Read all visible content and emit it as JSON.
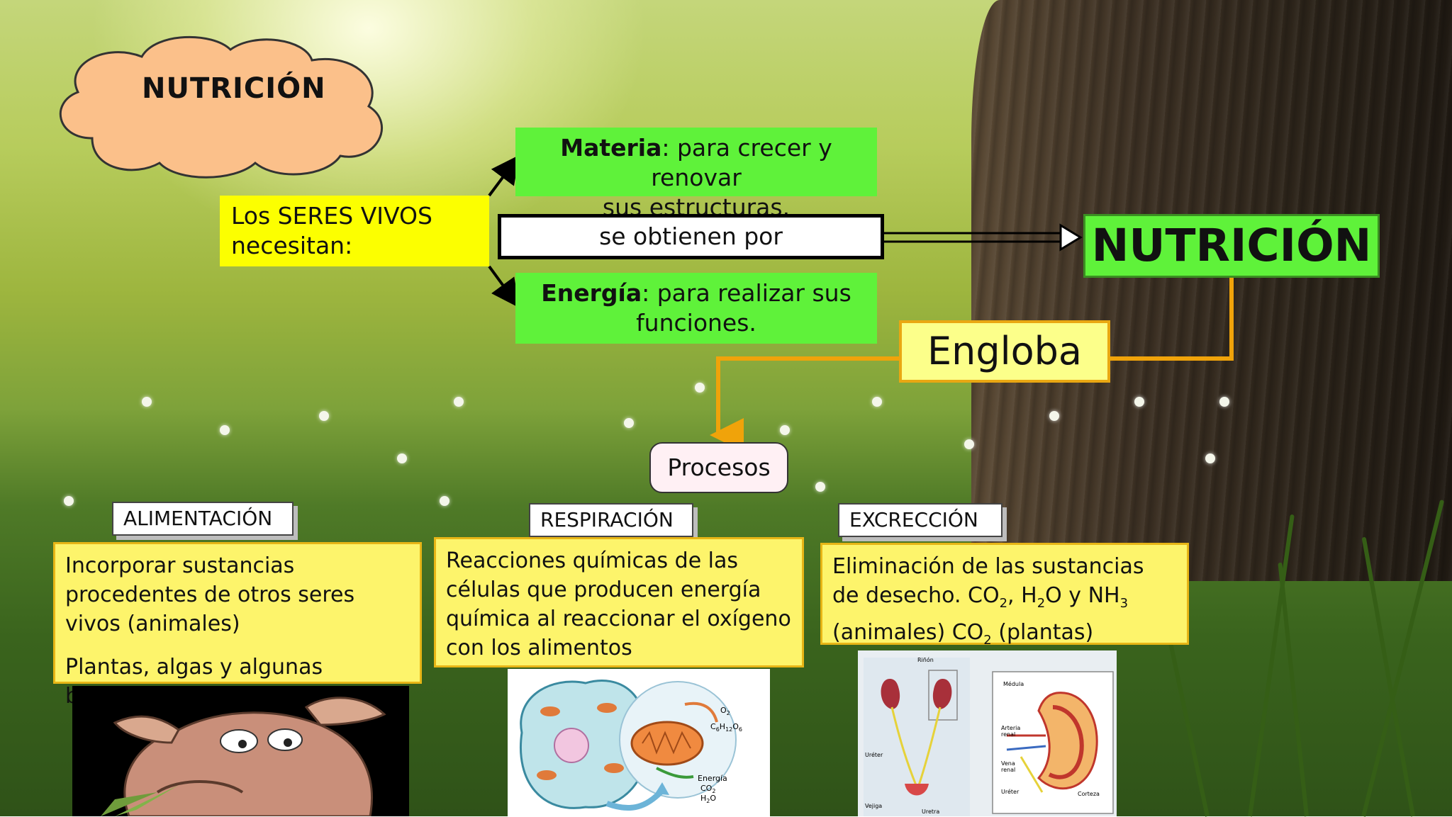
{
  "diagram": {
    "cloud_title": "NUTRICIÓN",
    "seres_vivos": {
      "line1": "Los  SERES VIVOS",
      "line2": "necesitan:"
    },
    "materia": {
      "bold": "Materia",
      "rest": ": para crecer y renovar",
      "line2": "sus estructuras."
    },
    "obtienen": "se obtienen por",
    "energia": {
      "bold": "Energía",
      "rest": ": para realizar sus",
      "line2": "funciones."
    },
    "nutricion": "NUTRICIÓN",
    "engloba": "Engloba",
    "procesos": "Procesos",
    "colors": {
      "yellow": "#fcff00",
      "green": "#5ff23a",
      "orange_connector": "#f0a30a",
      "pale_yellow": "#fdf46b"
    },
    "alimentacion": {
      "tab": "ALIMENTACIÓN",
      "text1": "Incorporar sustancias procedentes de otros seres vivos (animales)",
      "text2": "Plantas, algas y algunas bacterias se crean su alimento"
    },
    "respiracion": {
      "tab": "RESPIRACIÓN",
      "text": "Reacciones químicas de las células que producen energía química al reaccionar el oxígeno con los alimentos"
    },
    "excrecion": {
      "tab": "EXCRECCIÓN",
      "text_a": "Eliminación de las sustancias de desecho. CO",
      "sub_a": "2",
      "text_b": ", H",
      "sub_b": "2",
      "text_c": "O y NH",
      "sub_c": "3",
      "text_d": "(animales) CO",
      "sub_d": "2",
      "text_e": " (plantas)"
    },
    "cell_labels": {
      "o2": "O",
      "o2_sub": "2",
      "glucose": "C",
      "glucose_sub1": "6",
      "glucose_h": "H",
      "glucose_sub2": "12",
      "glucose_o": "O",
      "glucose_sub3": "6",
      "energia": "Energía",
      "co2": "CO",
      "co2_sub": "2",
      "h2o": "H",
      "h2o_sub": "2",
      "h2o_o": "O"
    },
    "kidney_labels": {
      "rinon": "Riñón",
      "medula": "Médula",
      "arteria": "Arteria",
      "renal1": "renal",
      "vena": "Vena",
      "renal2": "renal",
      "ureter_left": "Uréter",
      "ureter_right": "Uréter",
      "vejiga": "Vejiga",
      "uretra": "Uretra",
      "corteza": "Corteza"
    }
  }
}
